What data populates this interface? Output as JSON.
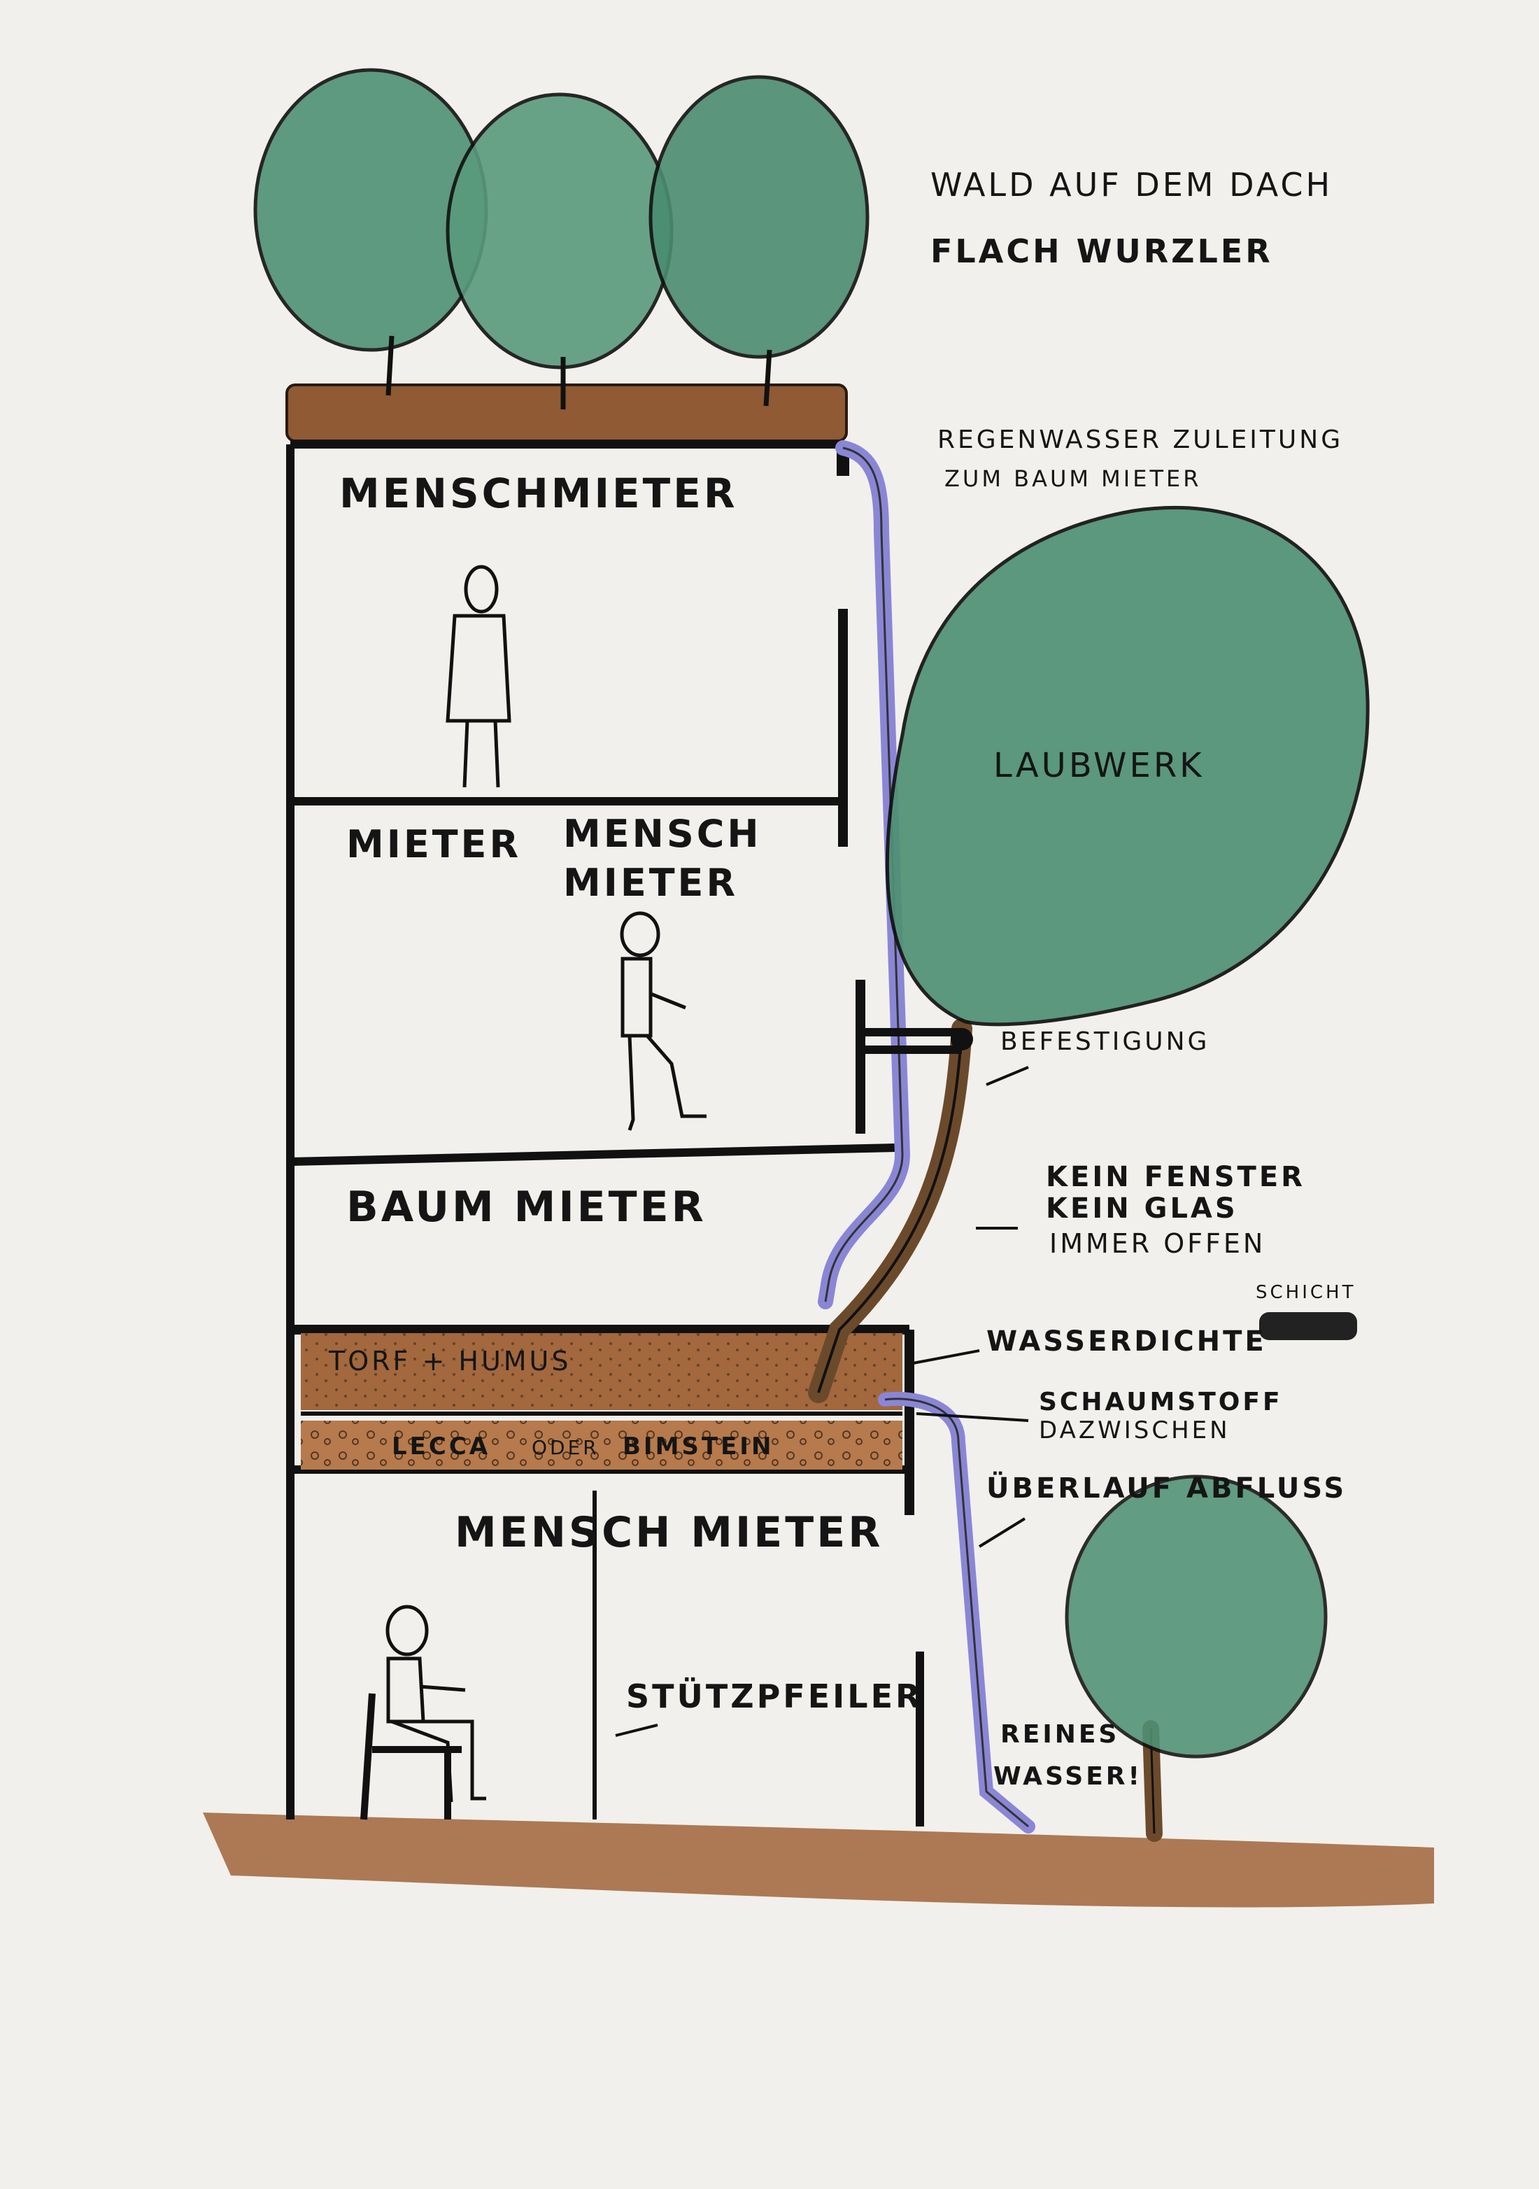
{
  "title": {
    "line1": "WALD AUF DEM DACH",
    "line2": "FLACH WURZLER"
  },
  "rooms": {
    "top": "MENSCHMIETER",
    "second_left": "MIETER",
    "second_right_line1": "MENSCH",
    "second_right_line2": "MIETER",
    "third": "BAUM MIETER",
    "bottom": "MENSCH MIETER"
  },
  "layers": {
    "soil": "TORF + HUMUS",
    "drainage_left": "LECCA",
    "drainage_mid": "ODER",
    "drainage_right": "BIMSTEIN"
  },
  "annotations": {
    "rain_line1": "REGENWASSER ZULEITUNG",
    "rain_line2": "ZUM BAUM MIETER",
    "foliage": "LAUBWERK",
    "mount": "BEFESTIGUNG",
    "window_line1": "KEIN FENSTER",
    "window_line2": "KEIN GLAS",
    "window_line3": "IMMER OFFEN",
    "waterproof": "WASSERDICHTE",
    "layer_word": "SCHICHT",
    "foam_line1": "SCHAUMSTOFF",
    "foam_line2": "DAZWISCHEN",
    "overflow": "ÜBERLAUF ABFLUSS",
    "pillar": "STÜTZPFEILER",
    "clean_line1": "REINES",
    "clean_line2": "WASSER!"
  },
  "colors": {
    "paper": "#f1f0ec",
    "ink": "#151515",
    "foliage": "#4f9174",
    "earth": "#a0643a",
    "pipe": "#8a86d6"
  }
}
